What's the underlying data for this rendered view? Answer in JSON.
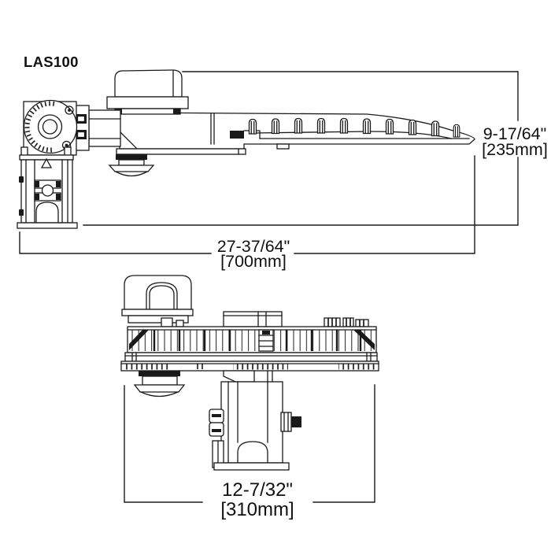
{
  "drawing": {
    "model": "LAS100"
  },
  "dimensions": {
    "height": {
      "inches": "9-17/64\"",
      "metric": "[235mm]"
    },
    "length": {
      "inches": "27-37/64\"",
      "metric": "[700mm]"
    },
    "width": {
      "inches": "12-7/32\"",
      "metric": "[310mm]"
    }
  }
}
